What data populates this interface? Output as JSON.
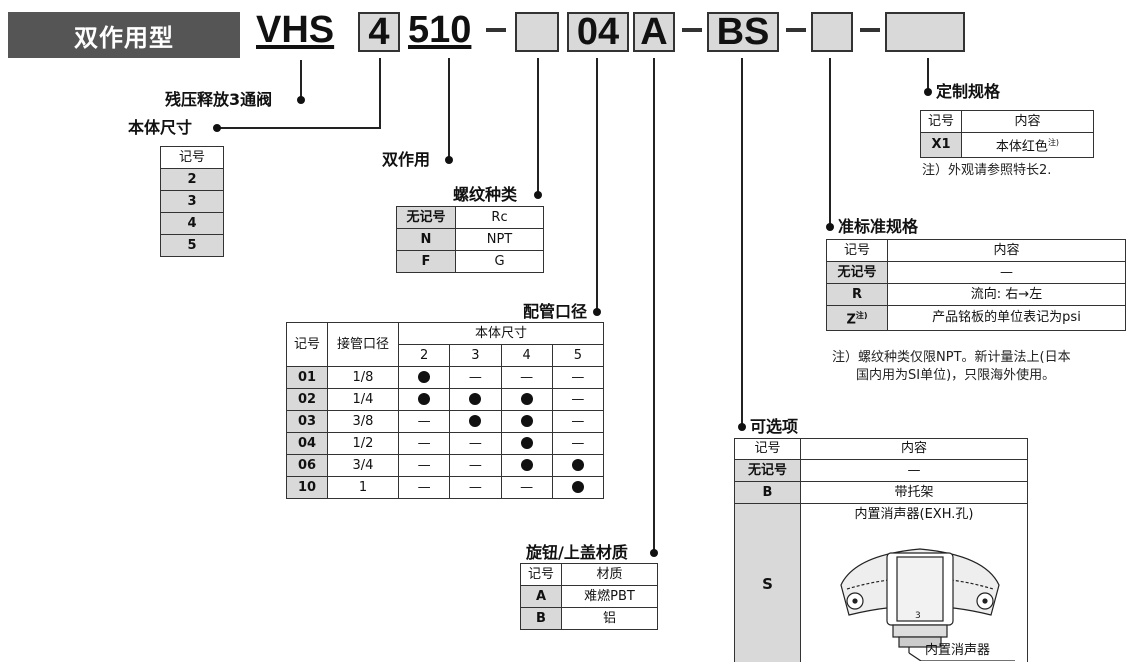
{
  "badge": "双作用型",
  "model": {
    "prefix": "VHS",
    "box1": "4",
    "mid": "510",
    "box2": "",
    "box3": "04",
    "box4": "A",
    "box5": "BS",
    "box6": "",
    "box7": "",
    "dash": "–"
  },
  "labels": {
    "residual": "残压释放3通阀",
    "body_size": "本体尺寸",
    "double_acting": "双作用",
    "thread": "螺纹种类",
    "port_size": "配管口径",
    "knob": "旋钮/上盖材质",
    "options": "可选项",
    "standard": "准标准规格",
    "custom": "定制规格"
  },
  "body_size_table": {
    "header": "记号",
    "rows": [
      "2",
      "3",
      "4",
      "5"
    ]
  },
  "thread_table": {
    "rows": [
      {
        "code": "无记号",
        "value": "Rc"
      },
      {
        "code": "N",
        "value": "NPT"
      },
      {
        "code": "F",
        "value": "G"
      }
    ]
  },
  "port_table": {
    "h_code": "记号",
    "h_port": "接管口径",
    "h_body": "本体尺寸",
    "sizes": [
      "2",
      "3",
      "4",
      "5"
    ],
    "rows": [
      {
        "code": "01",
        "port": "1/8",
        "cells": [
          "●",
          "—",
          "—",
          "—"
        ]
      },
      {
        "code": "02",
        "port": "1/4",
        "cells": [
          "●",
          "●",
          "●",
          "—"
        ]
      },
      {
        "code": "03",
        "port": "3/8",
        "cells": [
          "—",
          "●",
          "●",
          "—"
        ]
      },
      {
        "code": "04",
        "port": "1/2",
        "cells": [
          "—",
          "—",
          "●",
          "—"
        ]
      },
      {
        "code": "06",
        "port": "3/4",
        "cells": [
          "—",
          "—",
          "●",
          "●"
        ]
      },
      {
        "code": "10",
        "port": "1",
        "cells": [
          "—",
          "—",
          "—",
          "●"
        ]
      }
    ]
  },
  "knob_table": {
    "h_code": "记号",
    "h_mat": "材质",
    "rows": [
      {
        "code": "A",
        "value": "难燃PBT"
      },
      {
        "code": "B",
        "value": "铝"
      }
    ]
  },
  "options_table": {
    "h_code": "记号",
    "h_content": "内容",
    "rows": [
      {
        "code": "无记号",
        "value": "—"
      },
      {
        "code": "B",
        "value": "带托架"
      },
      {
        "code": "S",
        "value": "内置消声器(EXH.孔)"
      }
    ],
    "figure_caption": "内置消声器",
    "figure_mark": "3"
  },
  "standard_table": {
    "h_code": "记号",
    "h_content": "内容",
    "rows": [
      {
        "code": "无记号",
        "value": "—"
      },
      {
        "code": "R",
        "value": "流向: 右→左"
      },
      {
        "code": "Z",
        "sup": "注)",
        "value": "产品铭板的单位表记为psi"
      }
    ],
    "note1": "注）螺纹种类仅限NPT。新计量法上(日本",
    "note2": "国内用为SI单位)，只限海外使用。"
  },
  "custom_table": {
    "h_code": "记号",
    "h_content": "内容",
    "rows": [
      {
        "code": "X1",
        "value": "本体红色",
        "sup": "注)"
      }
    ],
    "note": "注）外观请参照特长2."
  }
}
